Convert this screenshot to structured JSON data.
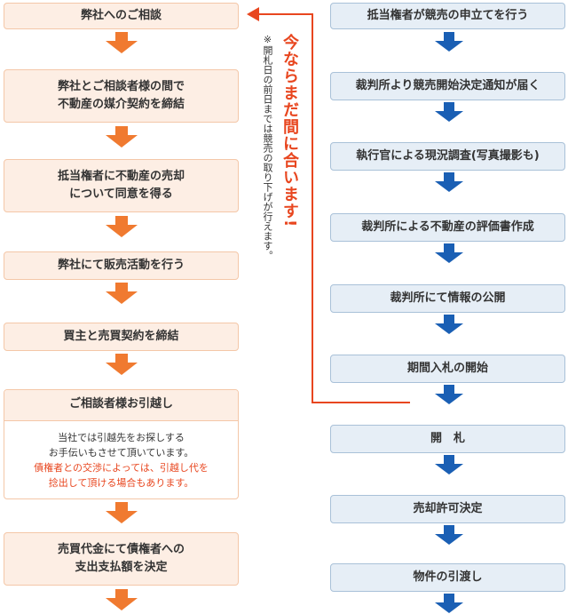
{
  "left_steps": [
    {
      "text": "弊社へのご相談"
    },
    {
      "text": "弊社とご相談者様の間で\n不動産の媒介契約を締結"
    },
    {
      "text": "抵当権者に不動産の売却\nについて同意を得る"
    },
    {
      "text": "弊社にて販売活動を行う"
    },
    {
      "text": "買主と売買契約を締結"
    },
    {
      "title": "ご相談者様お引越し",
      "body": "当社では引越先をお探しする\nお手伝いもさせて頂いています。",
      "red": "債権者との交渉によっては、引越し代を\n捻出して頂ける場合もあります。"
    },
    {
      "text": "売買代金にて債権者への\n支出支払額を決定"
    }
  ],
  "right_steps": [
    "抵当権者が競売の申立てを行う",
    "裁判所より競売開始決定通知が届く",
    "執行官による現況調査(写真撮影も)",
    "裁判所による不動産の評価書作成",
    "裁判所にて情報の公開",
    "期間入札の開始",
    "開　札",
    "売却許可決定",
    "物件の引渡し"
  ],
  "callout": {
    "headline": "今ならまだ間に合います!",
    "note": "※開札日の前日までは競売の取り下げが行えます。"
  },
  "colors": {
    "orange": "#f07a30",
    "blue": "#1a5fb4",
    "red": "#e8461f",
    "line": "#e8461f"
  }
}
